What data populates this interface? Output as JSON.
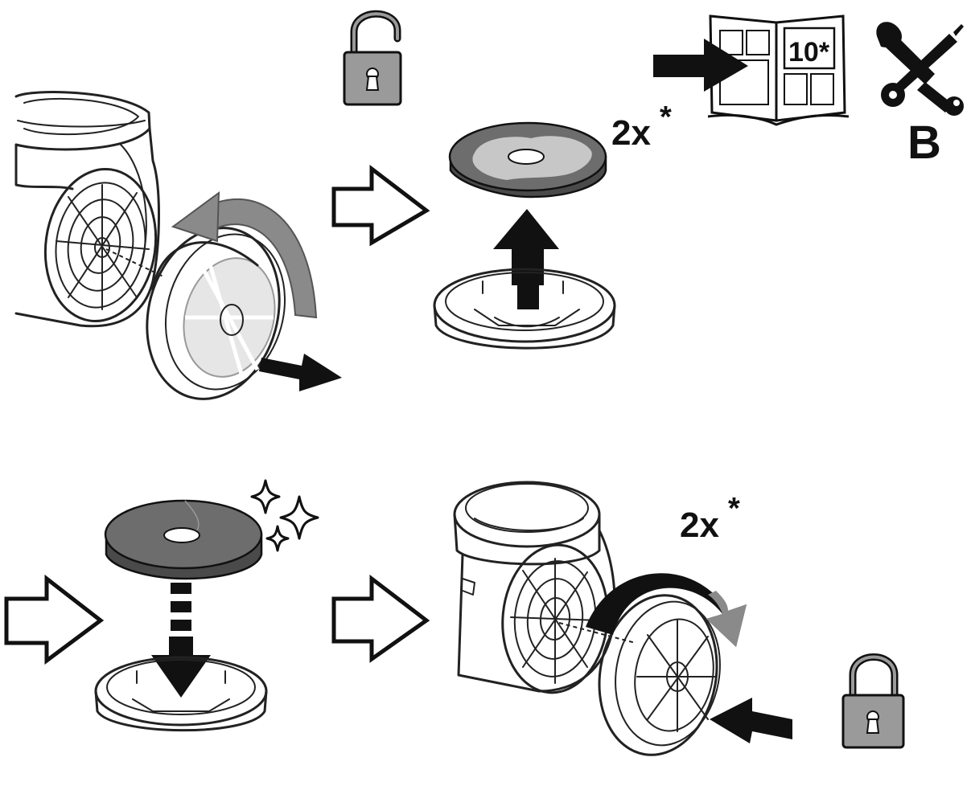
{
  "steps": {
    "step2_quantity": "2x",
    "step2_quantity_mark": "*",
    "step4_quantity": "2x",
    "step4_quantity_mark": "*",
    "manual_page_ref": "10*",
    "tool_category": "B"
  },
  "icons": {
    "open_lock": "unlocked-padlock-icon",
    "closed_lock": "locked-padlock-icon",
    "manual": "instruction-manual-icon",
    "tools": "wrench-screwdriver-icon",
    "sparkle": "clean-sparkle-icon"
  },
  "colors": {
    "ink": "#111111",
    "lock_fill": "#9a9a9a",
    "filter_dark": "#6d6d6d",
    "filter_stain": "#c7c7c7",
    "rotation_arrow": "#8a8a8a"
  }
}
